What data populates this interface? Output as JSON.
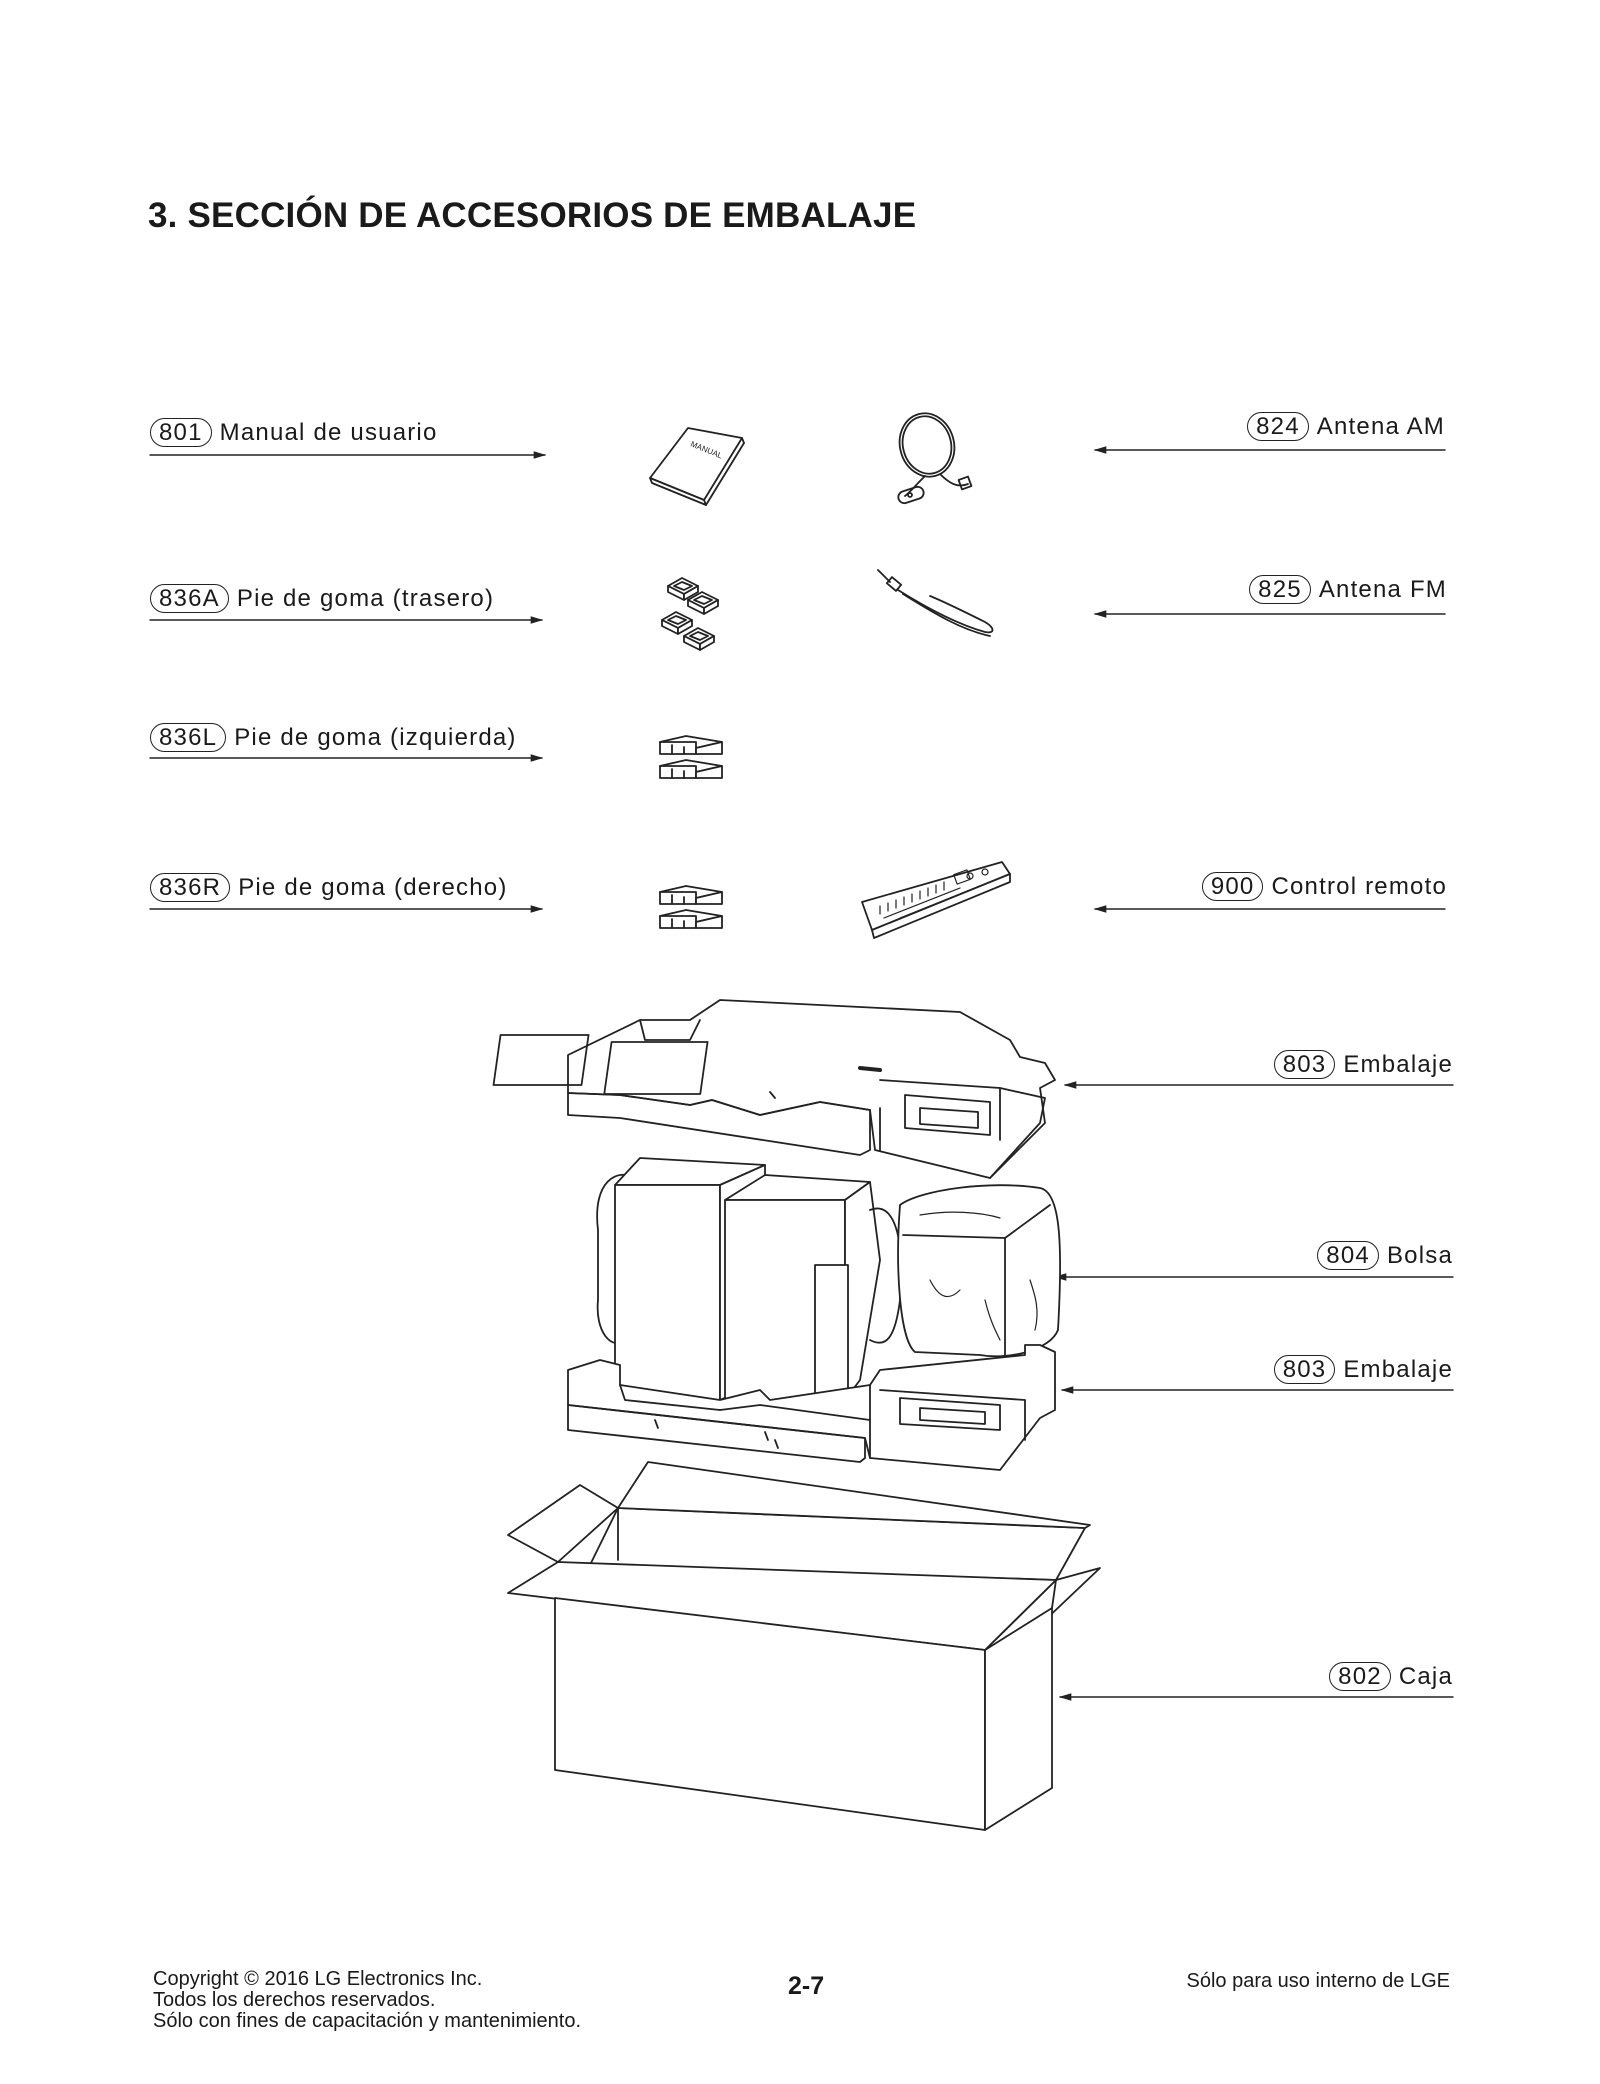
{
  "title": "3. SECCIÓN DE ACCESORIOS DE EMBALAJE",
  "callouts": {
    "c801": {
      "num": "801",
      "label": "Manual de usuario"
    },
    "c836a": {
      "num": "836A",
      "label": "Pie de goma (trasero)"
    },
    "c836l": {
      "num": "836L",
      "label": "Pie de goma (izquierda)"
    },
    "c836r": {
      "num": "836R",
      "label": "Pie de goma (derecho)"
    },
    "c824": {
      "num": "824",
      "label": "Antena AM"
    },
    "c825": {
      "num": "825",
      "label": "Antena FM"
    },
    "c900": {
      "num": "900",
      "label": "Control remoto"
    },
    "c803a": {
      "num": "803",
      "label": "Embalaje"
    },
    "c804": {
      "num": "804",
      "label": "Bolsa"
    },
    "c803b": {
      "num": "803",
      "label": "Embalaje"
    },
    "c802": {
      "num": "802",
      "label": "Caja"
    }
  },
  "manual_text": "MANUAL",
  "footer": {
    "copyright": "Copyright © 2016 LG Electronics Inc.",
    "rights": "Todos los derechos reservados.",
    "purpose": "Sólo con fines de capacitación y mantenimiento.",
    "page": "2-7",
    "internal": "Sólo para uso interno de LGE"
  }
}
